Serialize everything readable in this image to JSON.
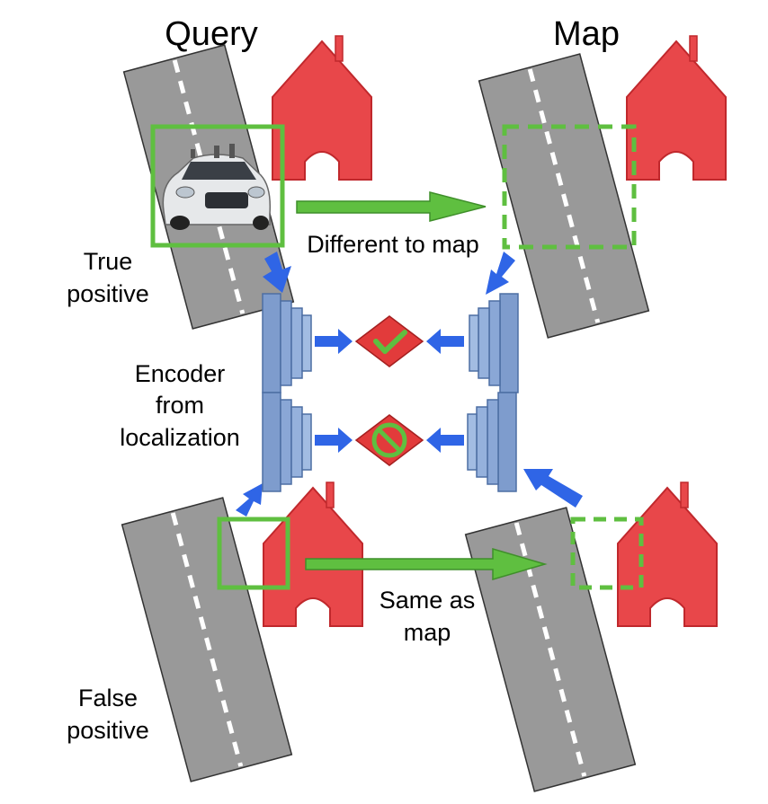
{
  "titles": {
    "query": "Query",
    "map": "Map"
  },
  "labels": {
    "true_positive_1": "True",
    "true_positive_2": "positive",
    "false_positive_1": "False",
    "false_positive_2": "positive",
    "encoder_1": "Encoder",
    "encoder_2": "from",
    "encoder_3": "localization",
    "different": "Different to map",
    "same_1": "Same as",
    "same_2": "map"
  },
  "colors": {
    "road": "#999999",
    "house": "#e8474a",
    "highlight": "#5fbf40",
    "flow_arrow": "#2f65e6",
    "encoder": "#7e9ccd",
    "decision": "#e23b3b"
  },
  "icons": {
    "match": "checkmark-icon",
    "no_match": "prohibited-icon"
  }
}
